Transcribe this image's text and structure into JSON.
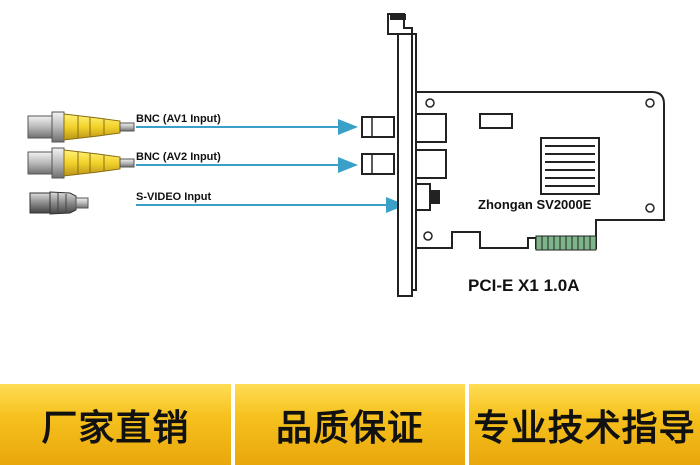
{
  "labels": {
    "bnc1": "BNC (AV1 Input)",
    "bnc2": "BNC (AV2 Input)",
    "svideo": "S-VIDEO Input",
    "card_name": "Zhongan SV2000E",
    "slot": "PCI-E X1 1.0A"
  },
  "colors": {
    "arrow": "#3aa0c8",
    "connector_yellow": "#f2d22a",
    "banner": "#f6c11e"
  },
  "banners": [
    "厂家直销",
    "品质保证",
    "专业技术指导"
  ]
}
